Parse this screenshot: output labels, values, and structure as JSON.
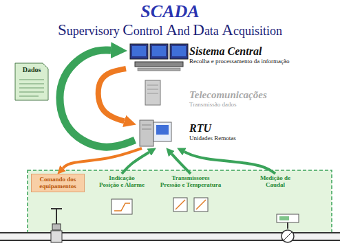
{
  "diagram": {
    "title": "SCADA",
    "nodes": [
      {
        "text": [
          "Sistema Central",
          "Recolha e processamento da informação"
        ]
      },
      {
        "text": [
          "Telecomunicações",
          "Transmissão dados"
        ]
      },
      {
        "text": [
          "RTU",
          "Unidades Remotas"
        ]
      },
      {
        "text": [
          "Dados"
        ]
      },
      {
        "text": [
          "Comando dos equipamentos"
        ]
      },
      {
        "text": [
          "Indicação",
          "Posição e Alarme"
        ]
      },
      {
        "text": [
          "Transmissores",
          "Pressão e Temperatura"
        ]
      },
      {
        "text": [
          "Medição de Caudal"
        ]
      }
    ],
    "edges": [
      {
        "from": 2,
        "to": 0,
        "arrow": "to"
      },
      {
        "from": 0,
        "to": 2,
        "arrow": "to"
      },
      {
        "from": 2,
        "to": 4,
        "arrow": "to"
      },
      {
        "from": 5,
        "to": 2,
        "arrow": "to"
      },
      {
        "from": 6,
        "to": 2,
        "arrow": "to"
      },
      {
        "from": 7,
        "to": 2,
        "arrow": "to"
      }
    ],
    "labels": [
      "Supervisory Control And Data Acquisition"
    ]
  }
}
